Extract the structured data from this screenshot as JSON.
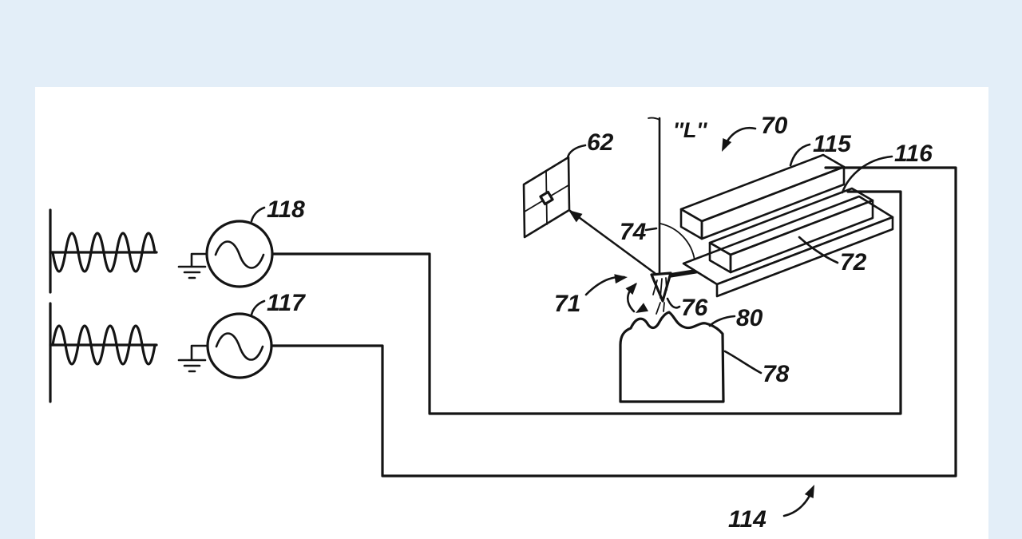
{
  "figure": {
    "background_color": "#e3eef8",
    "paper_color": "#ffffff",
    "ink_color": "#141414",
    "labels": {
      "photodetector": "62",
      "length_axis": "''L''",
      "assembly": "70",
      "upper_piezo": "115",
      "lower_piezo": "116",
      "base": "72",
      "angle": "74",
      "rotation": "71",
      "tip": "76",
      "surface": "80",
      "sample": "78",
      "circuit": "114",
      "upper_source": "118",
      "lower_source": "117"
    }
  }
}
